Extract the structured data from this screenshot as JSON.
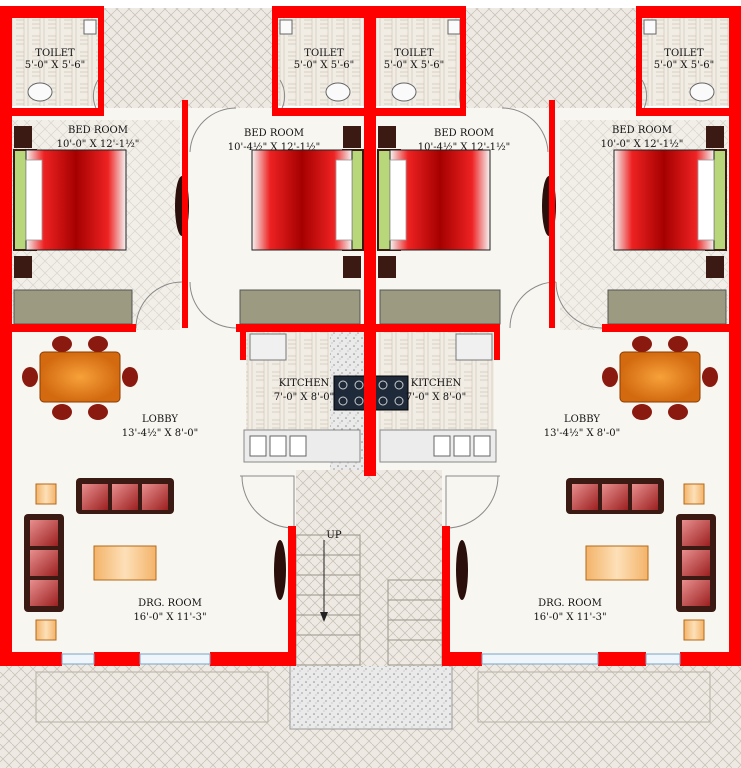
{
  "colors": {
    "wall": "#ff0000",
    "floor": "#f7f4ef",
    "tile": "#ede7dd",
    "paving": "#d9d6cf",
    "bedRed": "#d50d0d",
    "bedGreen": "#b7d77a",
    "furnitureDark": "#3a1a12",
    "sofaRed": "#c03a3a",
    "tableOrange": "#e8781a",
    "stoolOrange": "#f2a94f",
    "granite": "#dadada",
    "stove": "#1e2a3a",
    "labelText": "#111111"
  },
  "rooms": {
    "toilet": {
      "name": "TOILET",
      "size": "5'-0\" X 5'-6\""
    },
    "bedroom_a": {
      "name": "BED ROOM",
      "size": "10'-0\" X 12'-1½\""
    },
    "bedroom_b": {
      "name": "BED ROOM",
      "size": "10'-4½\" X 12'-1½\""
    },
    "kitchen": {
      "name": "KITCHEN",
      "size": "7'-0\" X 8'-0\""
    },
    "lobby": {
      "name": "LOBBY",
      "size": "13'-4½\" X 8'-0\""
    },
    "drawing_room": {
      "name": "DRG. ROOM",
      "size": "16'-0\" X 11'-3\""
    }
  },
  "stair": {
    "label": "UP"
  }
}
